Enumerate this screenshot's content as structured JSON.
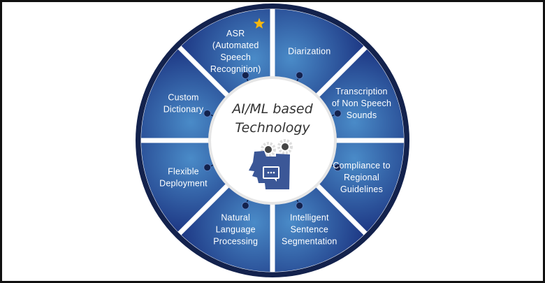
{
  "center": {
    "title_lines": [
      "AI/ML based",
      "Technology"
    ]
  },
  "segments": [
    {
      "lines": [
        "Diarization"
      ]
    },
    {
      "lines": [
        "Transcription",
        "of Non Speech",
        "Sounds"
      ]
    },
    {
      "lines": [
        "Compliance to",
        "Regional",
        "Guidelines"
      ]
    },
    {
      "lines": [
        "Intelligent",
        "Sentence",
        "Segmentation"
      ]
    },
    {
      "lines": [
        "Natural",
        "Language",
        "Processing"
      ]
    },
    {
      "lines": [
        "Flexible",
        "Deployment"
      ]
    },
    {
      "lines": [
        "Custom",
        "Dictionary"
      ]
    },
    {
      "lines": [
        "ASR",
        "(Automated",
        "Speech",
        "Recognition)"
      ],
      "highlight_first_line": true,
      "starred": true
    }
  ],
  "colors": {
    "ring": "#13224d",
    "segment_dark": "#1c3582",
    "segment_light": "#4a8bc8",
    "highlight": "#f5b70f",
    "icon": "#3b5797"
  }
}
